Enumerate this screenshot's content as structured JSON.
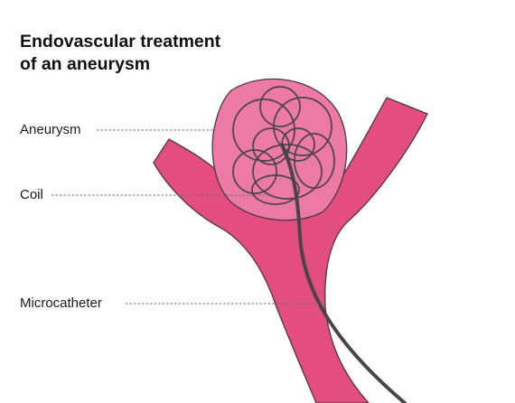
{
  "title": {
    "line1": "Endovascular treatment",
    "line2": "of an aneurysm"
  },
  "labels": {
    "aneurysm": "Aneurysm",
    "coil": "Coil",
    "microcatheter": "Microcatheter"
  },
  "colors": {
    "vessel": "#e44d7f",
    "aneurysm_fill": "#ed7aa4",
    "aneurysm_rim": "#d73d72",
    "outline": "#4a3a40",
    "coil": "#4a4448",
    "leader": "#6d6d6d"
  }
}
